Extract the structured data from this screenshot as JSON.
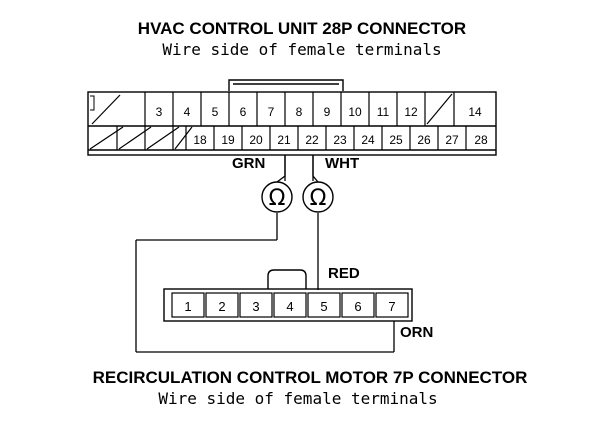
{
  "top_connector": {
    "title": "HVAC CONTROL UNIT 28P CONNECTOR",
    "subtitle": "Wire side of female terminals",
    "pins_row1": [
      {
        "n": "",
        "blank": true
      },
      {
        "n": "",
        "blank": true
      },
      {
        "n": "3"
      },
      {
        "n": "4"
      },
      {
        "n": "5"
      },
      {
        "n": "6"
      },
      {
        "n": "7"
      },
      {
        "n": "8"
      },
      {
        "n": "9"
      },
      {
        "n": "10"
      },
      {
        "n": "11"
      },
      {
        "n": "12"
      },
      {
        "n": "",
        "blank": true
      },
      {
        "n": "14"
      }
    ],
    "pins_row2": [
      {
        "n": "",
        "blank": true
      },
      {
        "n": "",
        "blank": true
      },
      {
        "n": "",
        "blank": true
      },
      {
        "n": "",
        "blank": true
      },
      {
        "n": "18"
      },
      {
        "n": "19"
      },
      {
        "n": "20"
      },
      {
        "n": "21"
      },
      {
        "n": "22"
      },
      {
        "n": "23"
      },
      {
        "n": "24"
      },
      {
        "n": "25"
      },
      {
        "n": "26"
      },
      {
        "n": "27"
      },
      {
        "n": "28"
      }
    ]
  },
  "wires": {
    "left_label": "GRN",
    "right_label": "WHT",
    "red_label": "RED",
    "orn_label": "ORN"
  },
  "meter_symbol": "Ω",
  "bottom_connector": {
    "title": "RECIRCULATION CONTROL MOTOR 7P CONNECTOR",
    "subtitle": "Wire side of female terminals",
    "pins": [
      "1",
      "2",
      "3",
      "4",
      "5",
      "6",
      "7"
    ]
  }
}
